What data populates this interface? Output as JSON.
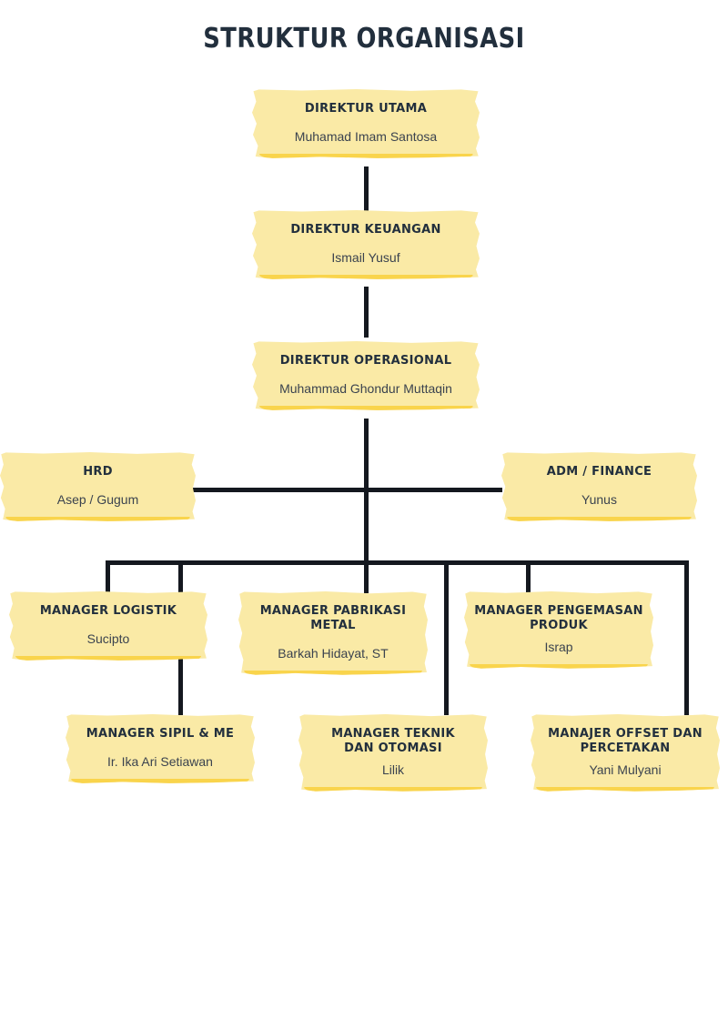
{
  "page": {
    "title": "STRUKTUR ORGANISASI",
    "background": "#ffffff",
    "box_fill": "#faeaa6",
    "box_underline": "#f9d44c",
    "text_color": "#222f3d",
    "line_color": "#14181f"
  },
  "chart_data": {
    "type": "diagram",
    "diagram_type": "organizational-chart",
    "title": "STRUKTUR ORGANISASI",
    "nodes": [
      {
        "id": "direktur-utama",
        "title": "DIREKTUR UTAMA",
        "person": "Muhamad Imam Santosa",
        "level": 1
      },
      {
        "id": "direktur-keuangan",
        "title": "DIREKTUR KEUANGAN",
        "person": "Ismail Yusuf",
        "level": 2
      },
      {
        "id": "direktur-operasional",
        "title": "DIREKTUR OPERASIONAL",
        "person": "Muhammad Ghondur Muttaqin",
        "level": 3
      },
      {
        "id": "hrd",
        "title": "HRD",
        "person": "Asep / Gugum",
        "level": 4
      },
      {
        "id": "adm-finance",
        "title": "ADM / FINANCE",
        "person": "Yunus",
        "level": 4
      },
      {
        "id": "manager-logistik",
        "title": "MANAGER LOGISTIK",
        "person": "Sucipto",
        "level": 5
      },
      {
        "id": "manager-pabrikasi",
        "title": "MANAGER PABRIKASI METAL",
        "person": "Barkah Hidayat, ST",
        "level": 5
      },
      {
        "id": "manager-pengemasan",
        "title": "MANAGER PENGEMASAN\nPRODUK",
        "person": "Israp",
        "level": 5
      },
      {
        "id": "manager-sipil",
        "title": "MANAGER SIPIL & ME",
        "person": "Ir. Ika Ari Setiawan",
        "level": 6
      },
      {
        "id": "manager-teknik",
        "title": "MANAGER TEKNIK\nDAN OTOMASI",
        "person": "Lilik",
        "level": 6
      },
      {
        "id": "manajer-offset",
        "title": "MANAJER OFFSET DAN\nPERCETAKAN",
        "person": "Yani Mulyani",
        "level": 6
      }
    ],
    "edges": [
      {
        "from": "direktur-utama",
        "to": "direktur-keuangan"
      },
      {
        "from": "direktur-keuangan",
        "to": "direktur-operasional"
      },
      {
        "from": "direktur-operasional",
        "to": "hrd"
      },
      {
        "from": "direktur-operasional",
        "to": "adm-finance"
      },
      {
        "from": "direktur-operasional",
        "to": "manager-logistik"
      },
      {
        "from": "direktur-operasional",
        "to": "manager-pabrikasi"
      },
      {
        "from": "direktur-operasional",
        "to": "manager-pengemasan"
      },
      {
        "from": "direktur-operasional",
        "to": "manager-sipil"
      },
      {
        "from": "direktur-operasional",
        "to": "manager-teknik"
      },
      {
        "from": "direktur-operasional",
        "to": "manajer-offset"
      }
    ]
  }
}
